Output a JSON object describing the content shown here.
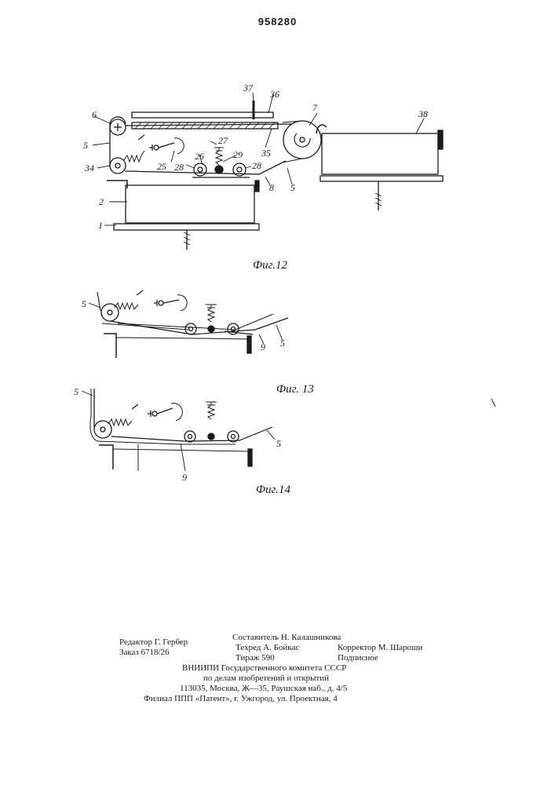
{
  "page_number": "958280",
  "figures": {
    "fig12": {
      "caption": "Фиг.12",
      "labels": [
        "6",
        "5",
        "34",
        "2",
        "1",
        "25",
        "26",
        "27",
        "28",
        "29",
        "28",
        "37",
        "36",
        "7",
        "35",
        "8",
        "5",
        "38"
      ]
    },
    "fig13": {
      "caption": "Фиг. 13",
      "labels": [
        "5",
        "9",
        "5"
      ]
    },
    "fig14": {
      "caption": "Фиг.14",
      "labels": [
        "5",
        "9",
        "5"
      ]
    }
  },
  "imprint": {
    "editor": "Редактор Г. Гербер",
    "order": "Заказ 6718/26",
    "compiler": "Составитель Н. Калашникова",
    "techred": "Техред А. Бойкас",
    "circulation": "Тираж 590",
    "corrector": "Корректор М. Шароши",
    "subscription": "Подписное",
    "vniipi": "ВНИИПИ Государственного комитета СССР",
    "affairs": "по делам изобретений и открытий",
    "address": "113035, Москва, Ж—35, Раушская наб., д. 4/5",
    "branch": "Филиал ППП «Патент», г. Ужгород, ул. Проектная, 4"
  }
}
